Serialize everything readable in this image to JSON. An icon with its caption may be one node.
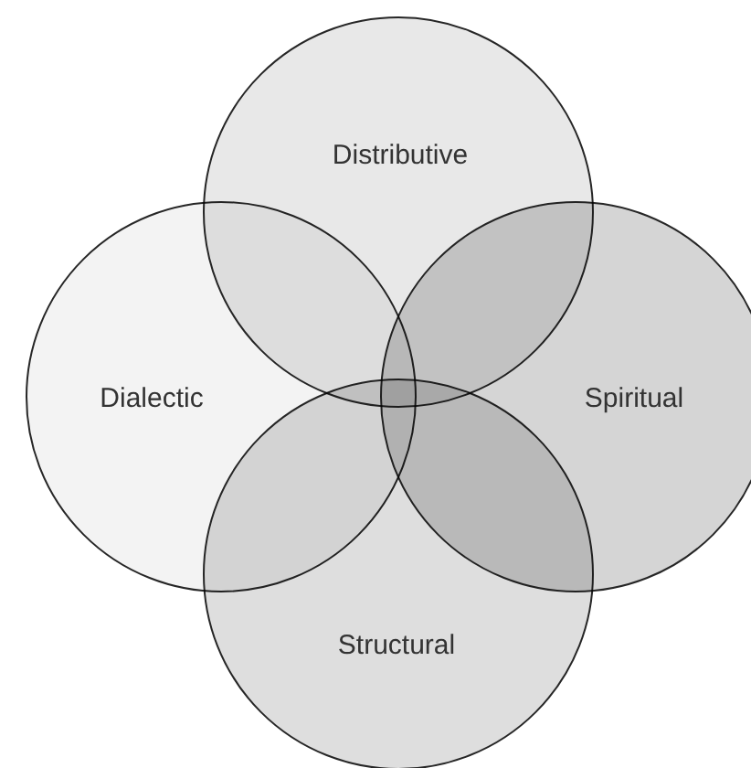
{
  "diagram": {
    "nodes": [
      {
        "text": [
          "Distributive"
        ]
      },
      {
        "text": [
          "Dialectic"
        ]
      },
      {
        "text": [
          "Spiritual"
        ]
      },
      {
        "text": [
          "Structural"
        ]
      }
    ]
  }
}
